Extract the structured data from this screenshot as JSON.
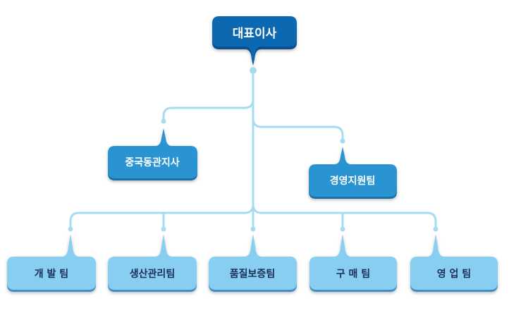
{
  "org_chart": {
    "colors": {
      "line": "#a6dcf0",
      "dot": "#a6dcf0",
      "ceo_fill": "#0f67b2",
      "ceo_bottom": "#0a4f8c",
      "mid_fill": "#2b94d3",
      "mid_bottom": "#1a6fa8",
      "team_fill": "#87cef1",
      "team_bottom": "#3f8fc6",
      "white_text": "#ffffff",
      "dark_text": "#1d2f57"
    },
    "ceo": {
      "label": "대표이사"
    },
    "branch": {
      "label": "중국동관지사"
    },
    "support": {
      "label": "경영지원팀"
    },
    "teams": [
      {
        "label": "개 발 팀"
      },
      {
        "label": "생산관리팀"
      },
      {
        "label": "품질보증팀"
      },
      {
        "label": "구 매 팀"
      },
      {
        "label": "영 업 팀"
      }
    ]
  }
}
